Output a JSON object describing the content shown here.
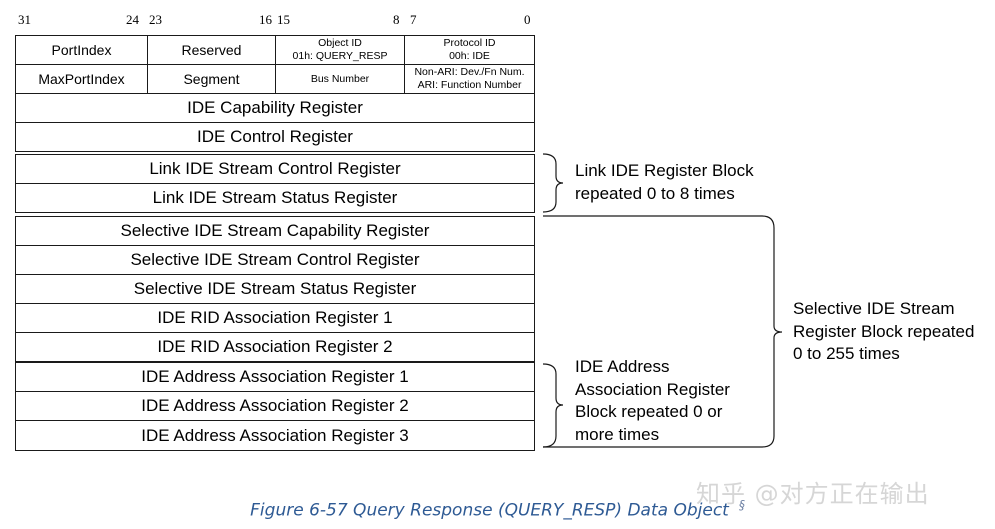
{
  "bit_numbers": {
    "b31": "31",
    "b24": "24",
    "b23": "23",
    "b16": "16",
    "b15": "15",
    "b8": "8",
    "b7": "7",
    "b0": "0"
  },
  "header_rows": [
    {
      "cells": [
        {
          "lines": [
            "PortIndex"
          ]
        },
        {
          "lines": [
            "Reserved"
          ]
        },
        {
          "lines": [
            "Object ID",
            "01h: QUERY_RESP"
          ]
        },
        {
          "lines": [
            "Protocol ID",
            "00h: IDE"
          ]
        }
      ]
    },
    {
      "cells": [
        {
          "lines": [
            "MaxPortIndex"
          ]
        },
        {
          "lines": [
            "Segment"
          ]
        },
        {
          "lines": [
            "Bus Number"
          ]
        },
        {
          "lines": [
            "Non-ARI: Dev./Fn Num.",
            "ARI: Function Number"
          ]
        }
      ]
    }
  ],
  "registers": [
    "IDE Capability Register",
    "IDE Control Register",
    "Link IDE Stream Control Register",
    "Link IDE Stream Status Register",
    "Selective IDE Stream Capability Register",
    "Selective IDE Stream Control Register",
    "Selective IDE Stream Status Register",
    "IDE RID Association Register 1",
    "IDE RID Association Register 2",
    "IDE Address Association Register 1",
    "IDE Address Association Register 2",
    "IDE Address Association Register 3"
  ],
  "annotations": {
    "link_block": "Link IDE Register Block\nrepeated 0 to 8 times",
    "selective_block": "Selective IDE Stream\nRegister Block repeated\n0 to 255 times",
    "address_block": "IDE Address\nAssociation Register\nBlock repeated 0 or\nmore times"
  },
  "caption": "Figure 6-57 Query Response (QUERY_RESP) Data Object",
  "caption_mark": "§",
  "watermark": "知乎 @对方正在输出",
  "colors": {
    "caption": "#2e5a94",
    "line": "#1a1a1a"
  }
}
